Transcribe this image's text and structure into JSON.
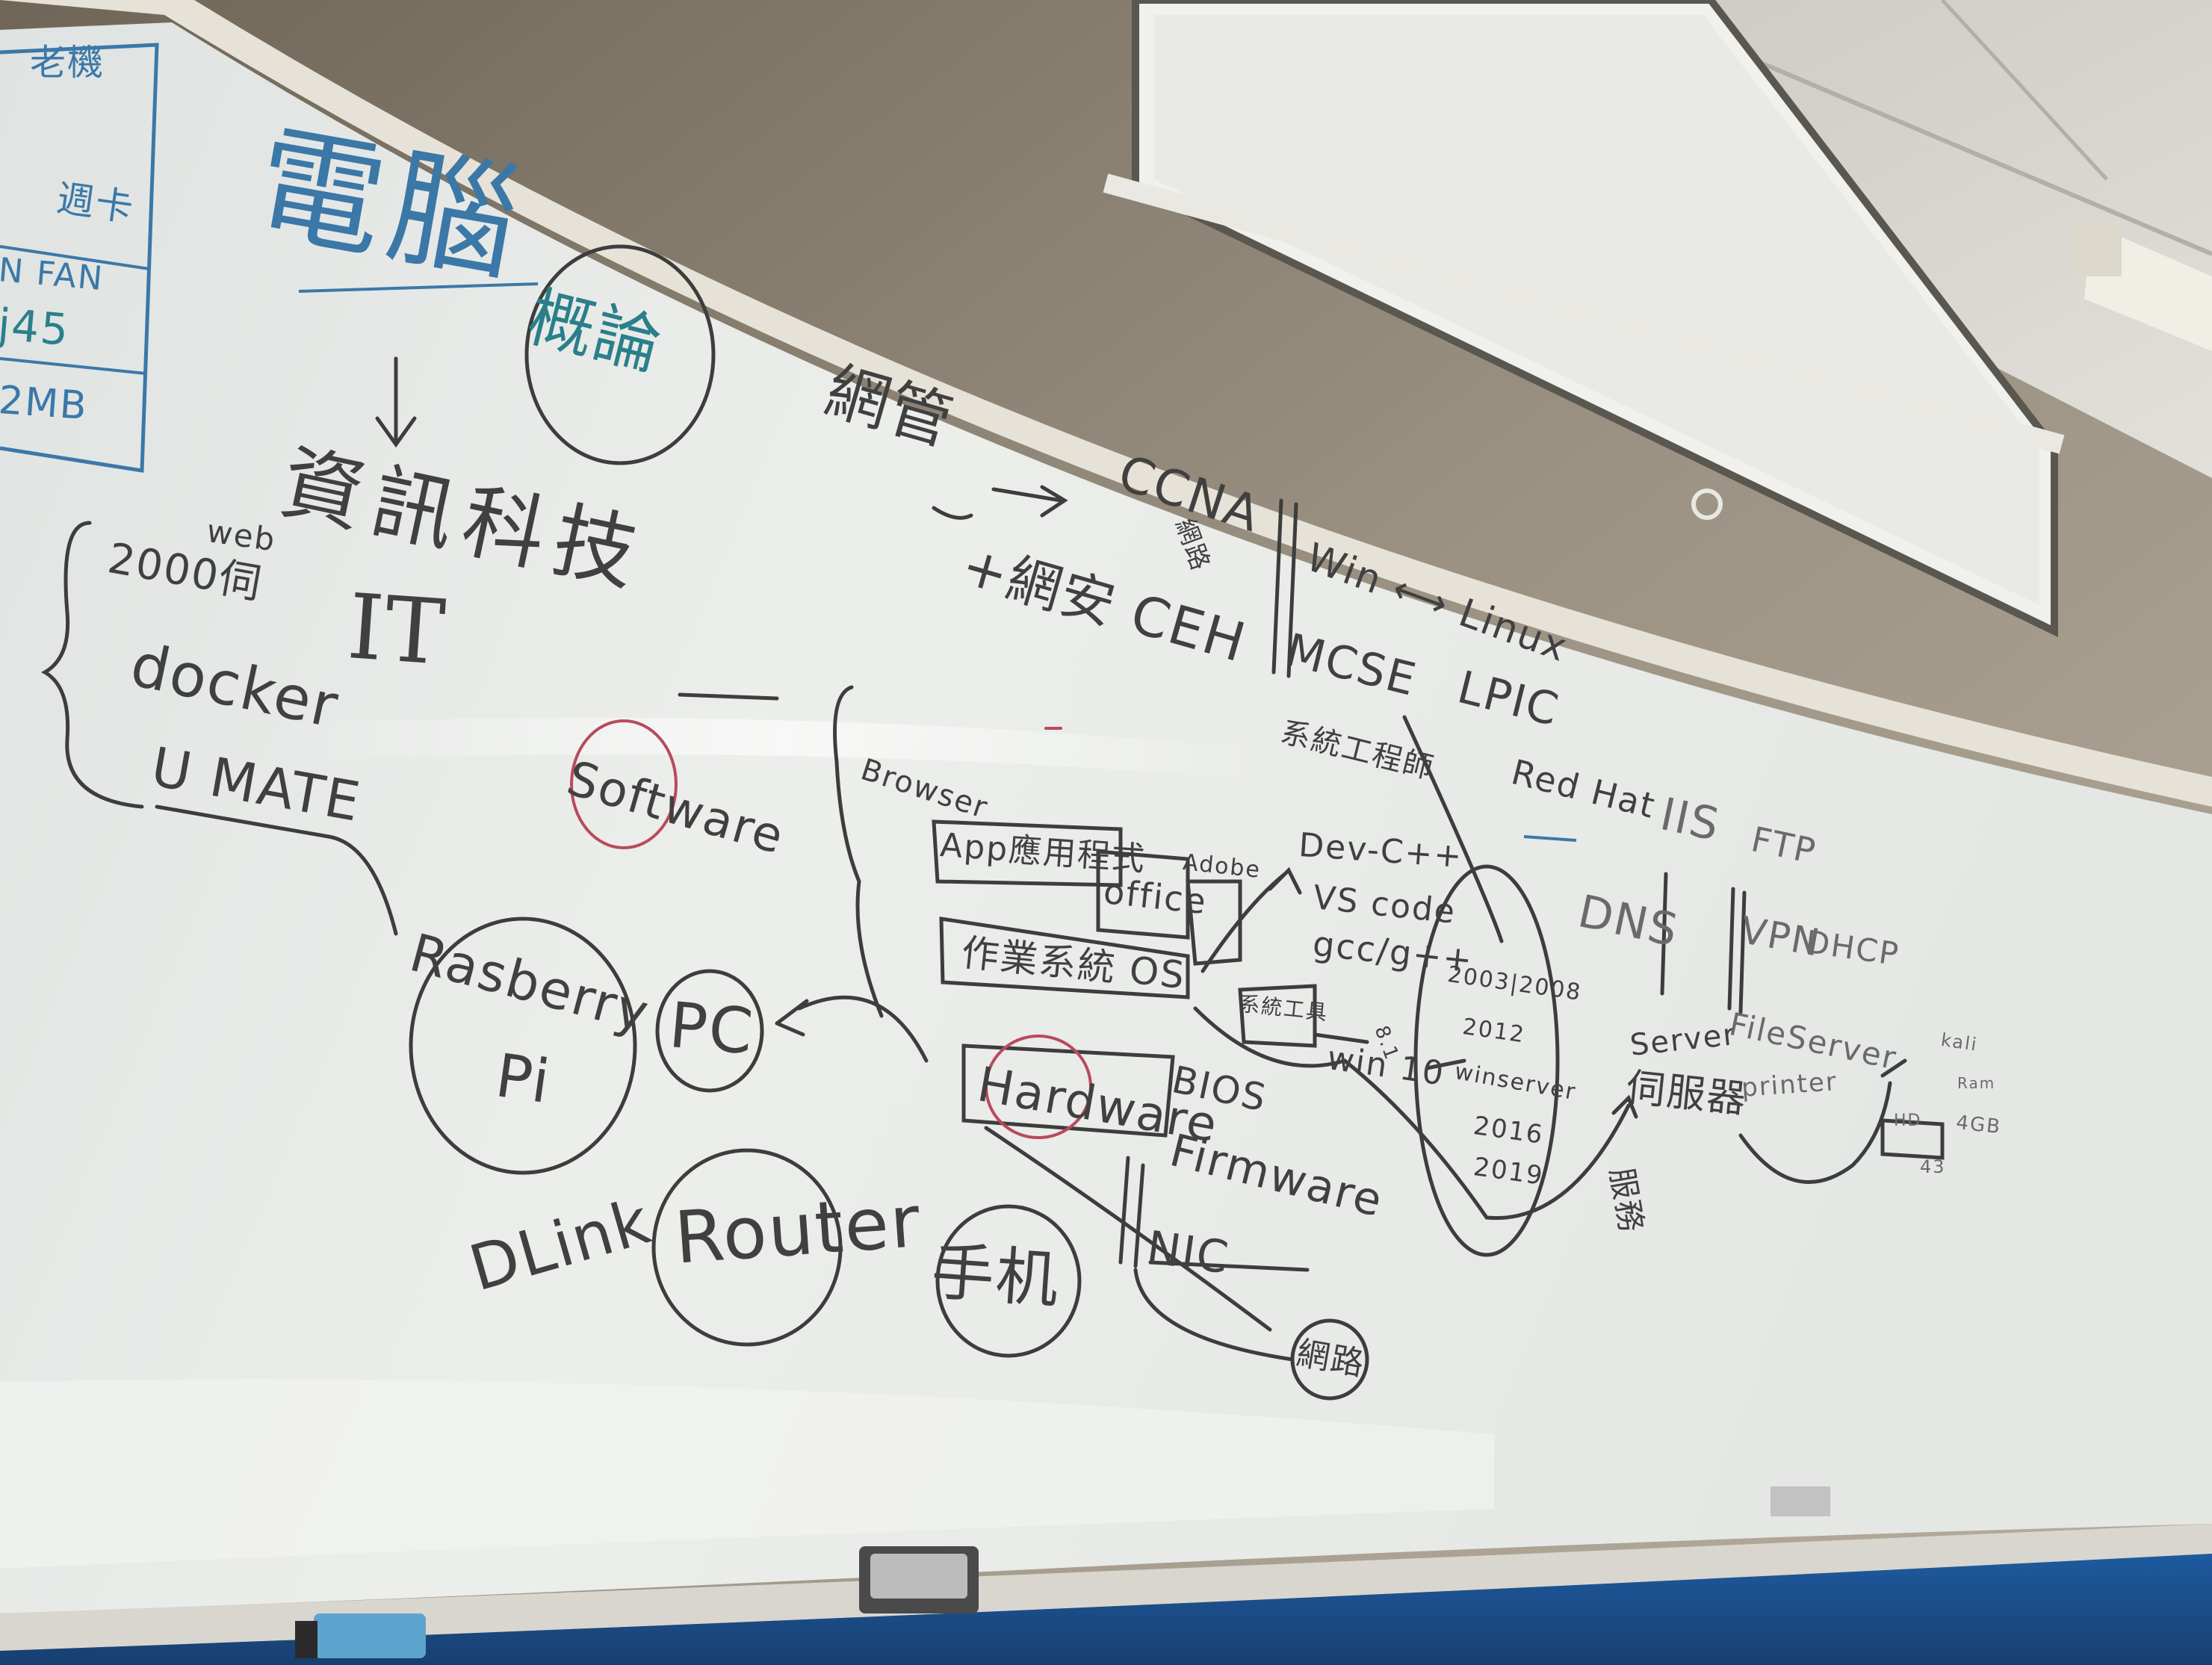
{
  "board": {
    "top_left": {
      "line1": "電腦",
      "line2": "概論",
      "arrow": "↓"
    },
    "left_panel": {
      "lines": [
        "老機",
        "週卡",
        "N FAN",
        "j45",
        "2MB"
      ]
    },
    "left_notes": {
      "web": "web",
      "year": "2000伺",
      "docker": "docker",
      "umate": "U MATE"
    },
    "center": {
      "info_tech": "資訊科技",
      "it": "IT",
      "software": "Software",
      "browser": "Browser",
      "app": "App應用程式",
      "office": "office",
      "adobe": "Adobe",
      "os": "作業系統 OS",
      "system_tools": "系統工具",
      "hardware": "Hardware",
      "bios": "BIOS",
      "firmware": "Firmware",
      "nic": "NIC",
      "network": "網路"
    },
    "devices": {
      "raspberry": "Rasberry",
      "pi": "Pi",
      "pc": "PC",
      "router": "Router",
      "dlink": "DLink",
      "phone": "手机"
    },
    "dev_tools": {
      "devcpp": "Dev-C++",
      "vscode": "VS code",
      "gcc": "gcc/g++",
      "win": "win 10",
      "win_ver": "8.1"
    },
    "top_right": {
      "netmgmt": "網管",
      "ccna": "CCNA",
      "ccna_sub": "網路",
      "netsec": "+網安 CEH",
      "win_linux": "Win ⟷ Linux",
      "mcse": "MCSE",
      "lpic": "LPIC",
      "sys_eng": "系統工程師",
      "redhat": "Red Hat"
    },
    "server": {
      "years": [
        "2003|2008",
        "2012",
        "winserver",
        "2016",
        "2019"
      ],
      "server_label": "Server",
      "server_cn": "伺服器",
      "service": "服務",
      "iis": "IIS",
      "ftp": "FTP",
      "dns": "DNS",
      "vpn": "VPN",
      "dhcp": "DHCP",
      "fileserver": "FileServer",
      "printer": "printer",
      "kali": "kali",
      "ram": "Ram",
      "size": "4GB",
      "hd": "HD",
      "num": "43"
    }
  },
  "colors": {
    "wall": "#8d8274",
    "board": "#e6e9e6",
    "screen": "#e9e9e5",
    "ceiling": "#d6d4ce",
    "carpet": "#1e4f86",
    "marker_dark": "#3a3a3a",
    "marker_blue": "#3b78a8",
    "marker_red": "#b84a5c"
  },
  "icons": [
    "eraser-icon",
    "eraser-icon"
  ]
}
